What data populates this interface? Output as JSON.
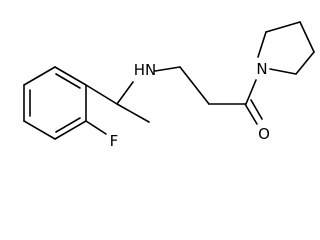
{
  "molecule": {
    "atoms": {
      "fluorine": "F",
      "amine": "HN",
      "amide_nitrogen": "N",
      "carbonyl_oxygen": "O"
    }
  }
}
